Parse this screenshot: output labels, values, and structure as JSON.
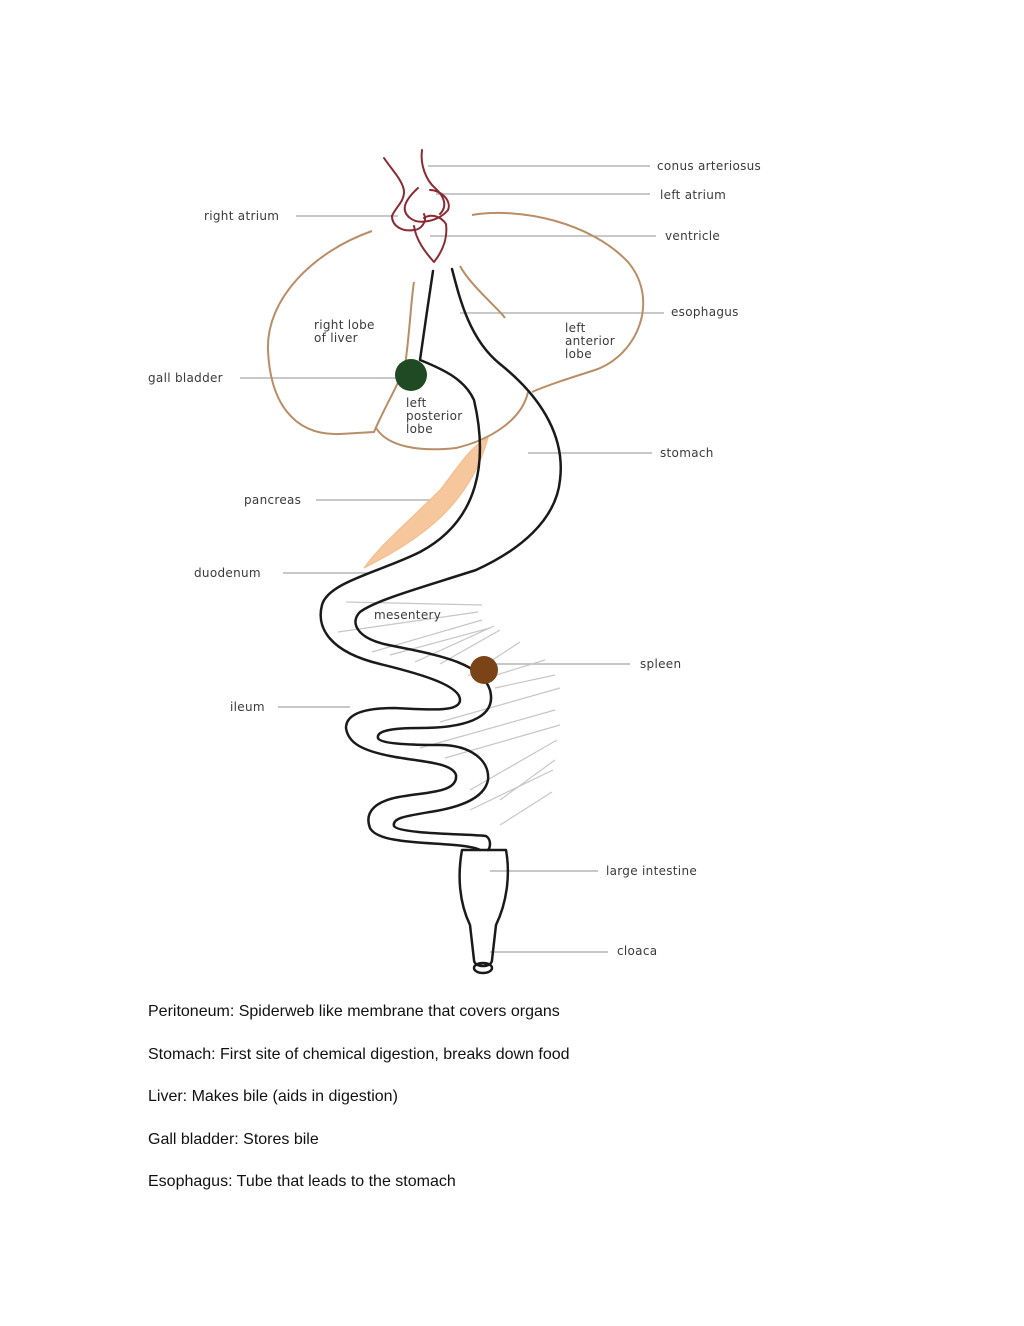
{
  "diagram": {
    "labels": {
      "conus_arteriosus": "conus arteriosus",
      "left_atrium": "left atrium",
      "right_atrium": "right atrium",
      "ventricle": "ventricle",
      "esophagus": "esophagus",
      "right_lobe_line1": "right lobe",
      "right_lobe_line2": "of liver",
      "left_anterior_line1": "left",
      "left_anterior_line2": "anterior",
      "left_anterior_line3": "lobe",
      "gall_bladder": "gall bladder",
      "left_posterior_line1": "left",
      "left_posterior_line2": "posterior",
      "left_posterior_line3": "lobe",
      "stomach": "stomach",
      "pancreas": "pancreas",
      "duodenum": "duodenum",
      "mesentery": "mesentery",
      "spleen": "spleen",
      "ileum": "ileum",
      "large_intestine": "large intestine",
      "cloaca": "cloaca"
    },
    "colors": {
      "heart": "#8b2a33",
      "liver": "#b98d66",
      "gall_bladder": "#1f4a24",
      "pancreas": "#f6c79c",
      "spleen": "#7a4318",
      "gut": "#1a1a1a",
      "leader": "#b5b5b5"
    }
  },
  "notes": [
    "Peritoneum: Spiderweb like membrane that covers organs",
    "Stomach: First site of chemical digestion, breaks down food",
    "Liver: Makes bile (aids in digestion)",
    "Gall bladder: Stores bile",
    "Esophagus: Tube that leads to the stomach"
  ]
}
